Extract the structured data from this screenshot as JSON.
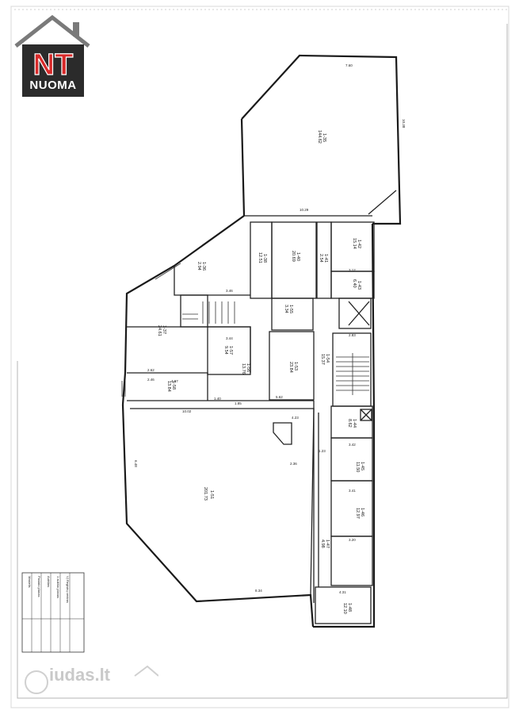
{
  "logo": {
    "letters": "NT",
    "word": "NUOMA",
    "colors": {
      "house": "#7a7a7a",
      "red": "#d82a2a",
      "dark": "#2b2b2b"
    }
  },
  "watermark": {
    "text": "iudas.lt"
  },
  "plan": {
    "rooms": [
      {
        "id": "1-35",
        "area": "144.62"
      },
      {
        "id": "1-42",
        "area": "15.14"
      },
      {
        "id": "1-43",
        "area": "6.40"
      },
      {
        "id": "1-40",
        "area": "20.69"
      },
      {
        "id": "1-41",
        "area": "2.54"
      },
      {
        "id": "1-38",
        "area": "12.51"
      },
      {
        "id": "1-36",
        "area": "2.94"
      },
      {
        "id": "1-37",
        "area": "24.61"
      },
      {
        "id": "1-55",
        "area": "3.34"
      },
      {
        "id": "1-54",
        "area": "15.37"
      },
      {
        "id": "1-53",
        "area": "23.84"
      },
      {
        "id": "1-56",
        "area": "13.76"
      },
      {
        "id": "1-57",
        "area": "9.54"
      },
      {
        "id": "1-58",
        "area": "13.84"
      },
      {
        "id": "1-51",
        "area": "201.73"
      },
      {
        "id": "1-44",
        "area": "8.62"
      },
      {
        "id": "1-45",
        "area": "11.50"
      },
      {
        "id": "1-46",
        "area": "12.97"
      },
      {
        "id": "1-47",
        "area": "4.98"
      },
      {
        "id": "1-48",
        "area": "12.10"
      }
    ],
    "dimensions": [
      "7.60",
      "10.29",
      "10.38",
      "10.02",
      "6.48",
      "8.34",
      "3.46",
      "3.44",
      "4.87",
      "2.62",
      "2.46",
      "5.62",
      "4.23",
      "1.85",
      "1.40",
      "3.12",
      "3.20",
      "4.31",
      "3.42",
      "3.41",
      "2.83",
      "1.23",
      "2.36"
    ],
    "stamp": {
      "lines": [
        "Mastelis",
        "Pastato planas",
        "Aukštas",
        "1 aukšto planas",
        "VĮ Registrų centras"
      ]
    }
  }
}
